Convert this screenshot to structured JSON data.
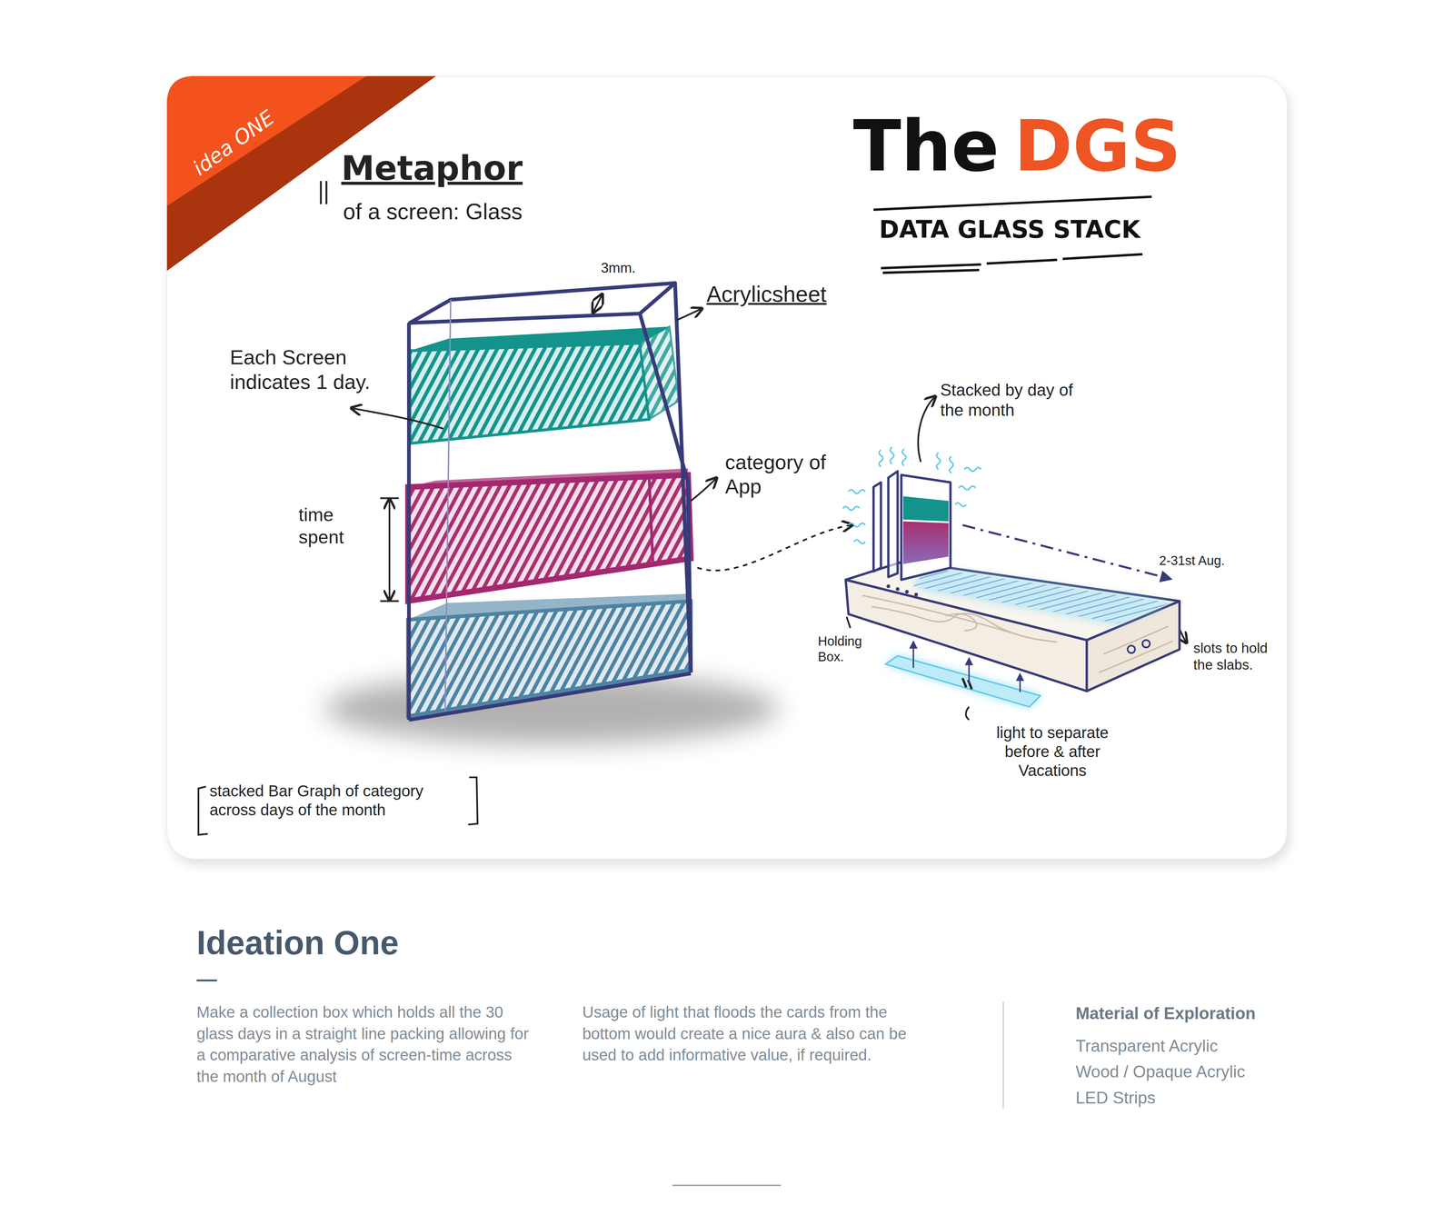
{
  "diagram": {
    "title": "Ideation One",
    "nodes": [
      {
        "text": [
          "idea ONE"
        ]
      }
    ],
    "labels": [
      "Metaphor",
      "of a screen: Glass",
      "The",
      "DGS",
      "DATA GLASS STACK",
      "3mm.",
      "Acrylicsheet",
      "Each Screen indicates 1 day.",
      "category of App",
      "time spent",
      "stacked Bar Graph of category across days of the month",
      "Stacked by day of the month",
      "2-31st Aug.",
      "Holding Box.",
      "slots to hold the slabs.",
      "light to separate before & after Vacations",
      "Make a collection box which holds all the 30 glass days in a straight line packing allowing for a comparative analysis of screen-time across the month of August",
      "Usage of light that floods the cards from the bottom would create a nice aura & also can be used to add informative value, if required.",
      "Material of Exploration",
      "Transparent Acrylic",
      "Wood / Opaque Acrylic",
      "LED Strips"
    ]
  }
}
